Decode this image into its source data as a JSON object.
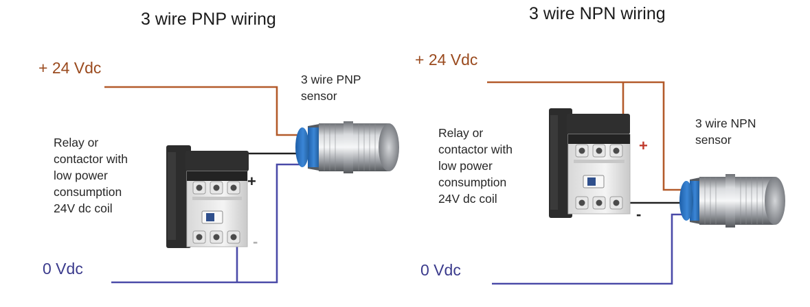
{
  "colors": {
    "positive_wire": "#b35a2a",
    "negative_wire": "#4a4aa8",
    "signal_wire": "#202020",
    "positive_text": "#9a4a1e",
    "negative_text": "#3a3a8c",
    "plus_sign": "#c0392b",
    "minus_sign": "#b0b0b0",
    "sensor_cap": "#2a70c0"
  },
  "pnp": {
    "title": "3 wire PNP wiring",
    "supply_positive": "+ 24 Vdc",
    "supply_negative": "0 Vdc",
    "sensor_label": [
      "3 wire PNP",
      "sensor"
    ],
    "relay_label": [
      "Relay or",
      "contactor with",
      "low power",
      "consumption",
      "24V dc coil"
    ],
    "coil_plus": "+",
    "coil_minus": "-"
  },
  "npn": {
    "title": "3 wire NPN wiring",
    "supply_positive": "+ 24 Vdc",
    "supply_negative": "0 Vdc",
    "sensor_label": [
      "3 wire NPN",
      "sensor"
    ],
    "relay_label": [
      "Relay or",
      "contactor with",
      "low power",
      "consumption",
      "24V dc coil"
    ],
    "coil_plus": "+",
    "coil_minus": "-"
  }
}
